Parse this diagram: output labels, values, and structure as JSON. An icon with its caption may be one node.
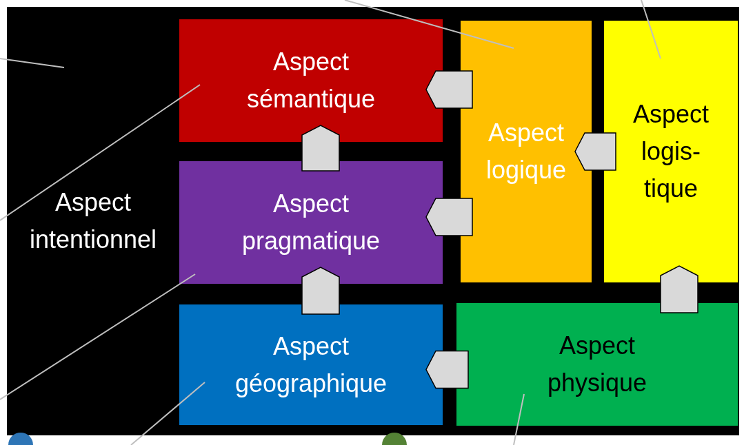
{
  "diagram": {
    "nodes": [
      {
        "text": [
          "Aspect intentionnel"
        ]
      },
      {
        "text": [
          "Aspect sémantique"
        ],
        "in": 0
      },
      {
        "text": [
          "Aspect logique"
        ],
        "in": 0
      },
      {
        "text": [
          "Aspect logis- tique"
        ],
        "in": 0
      },
      {
        "text": [
          "Aspect pragmatique"
        ],
        "in": 0
      },
      {
        "text": [
          "Aspect géographique"
        ],
        "in": 0
      },
      {
        "text": [
          "Aspect physique"
        ],
        "in": 0
      }
    ],
    "edges": [
      {
        "from": 2,
        "to": 1,
        "arrow": "to"
      },
      {
        "from": 4,
        "to": 1,
        "arrow": "to"
      },
      {
        "from": 3,
        "to": 2,
        "arrow": "to"
      },
      {
        "from": 2,
        "to": 4,
        "arrow": "to"
      },
      {
        "from": 5,
        "to": 4,
        "arrow": "to"
      },
      {
        "from": 6,
        "to": 5,
        "arrow": "to"
      },
      {
        "from": 6,
        "to": 3,
        "arrow": "to"
      },
      {
        "from": null,
        "to": 0,
        "arrow": "none"
      },
      {
        "from": null,
        "to": 1,
        "arrow": "none"
      },
      {
        "from": null,
        "to": 4,
        "arrow": "none"
      },
      {
        "from": null,
        "to": 5,
        "arrow": "none"
      },
      {
        "from": null,
        "to": 6,
        "arrow": "none"
      },
      {
        "from": null,
        "to": 2,
        "arrow": "none"
      },
      {
        "from": null,
        "to": 3,
        "arrow": "none"
      }
    ]
  }
}
